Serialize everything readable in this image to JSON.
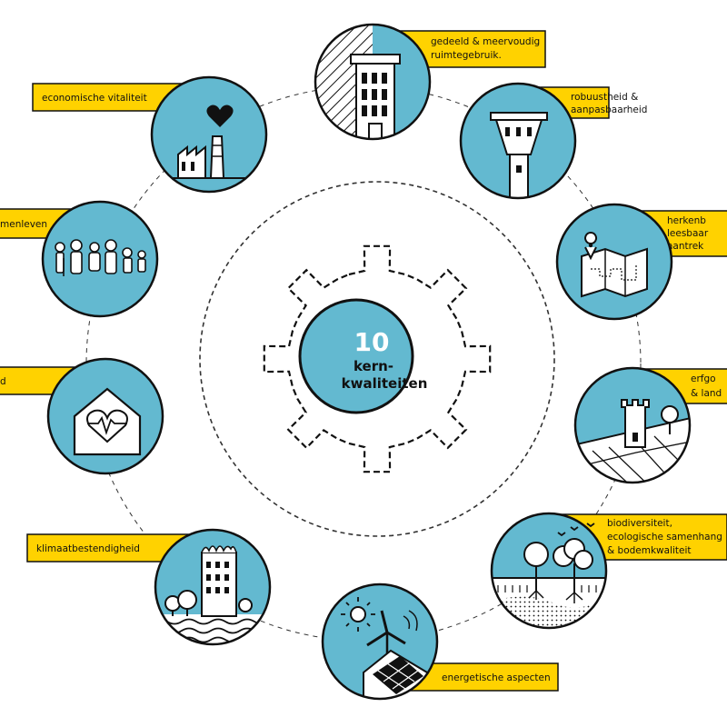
{
  "center": {
    "number": "10",
    "line1": "kern-",
    "line2": "kwaliteiten"
  },
  "qualities": [
    {
      "id": "ruimtegebruik",
      "lines": [
        "gedeeld & meervoudig",
        "ruimtegebruik."
      ],
      "icon": "building-hatched-icon"
    },
    {
      "id": "robuustheid",
      "lines": [
        "robuustheid &",
        "aanpasbaarheid"
      ],
      "icon": "water-tower-icon"
    },
    {
      "id": "herkenbaarheid",
      "lines": [
        "herkenb",
        "leesbaar",
        "aantrek"
      ],
      "icon": "map-icon"
    },
    {
      "id": "erfgoed",
      "lines": [
        "erfgo",
        "& land"
      ],
      "icon": "castle-landscape-icon"
    },
    {
      "id": "biodiversiteit",
      "lines": [
        "biodiversiteit,",
        "ecologische samenhang",
        "& bodemkwaliteit"
      ],
      "icon": "trees-soil-icon"
    },
    {
      "id": "energie",
      "lines": [
        "energetische aspecten"
      ],
      "icon": "wind-solar-icon"
    },
    {
      "id": "klimaat",
      "lines": [
        "klimaatbestendigheid"
      ],
      "icon": "green-roof-building-icon"
    },
    {
      "id": "gezondheid",
      "lines": [
        "d"
      ],
      "icon": "house-heart-icon"
    },
    {
      "id": "samenleven",
      "lines": [
        "menleven"
      ],
      "icon": "people-icon"
    },
    {
      "id": "economie",
      "lines": [
        "economische vitaliteit"
      ],
      "icon": "factory-heart-icon"
    }
  ],
  "colors": {
    "circle": "#63b9d0",
    "label": "#ffd200",
    "ink": "#111111"
  }
}
